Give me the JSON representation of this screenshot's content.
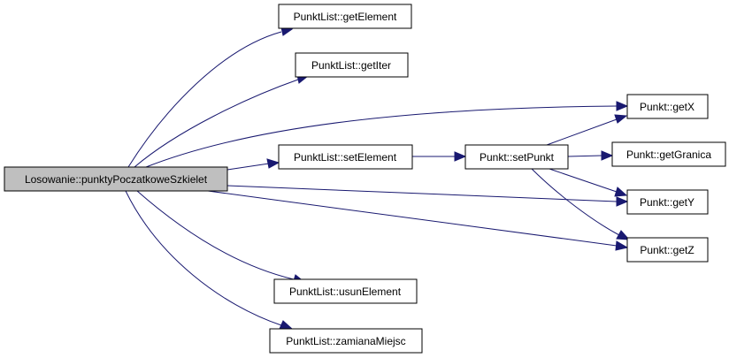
{
  "nodes": {
    "root": "Losowanie::punktyPoczatkoweSzkielet",
    "getElement": "PunktList::getElement",
    "getIter": "PunktList::getIter",
    "setElement": "PunktList::setElement",
    "usunElement": "PunktList::usunElement",
    "zamianaMiejsc": "PunktList::zamianaMiejsc",
    "setPunkt": "Punkt::setPunkt",
    "getX": "Punkt::getX",
    "getGranica": "Punkt::getGranica",
    "getY": "Punkt::getY",
    "getZ": "Punkt::getZ"
  },
  "edges": [
    [
      "root",
      "getElement"
    ],
    [
      "root",
      "getIter"
    ],
    [
      "root",
      "getX"
    ],
    [
      "root",
      "setElement"
    ],
    [
      "root",
      "getY"
    ],
    [
      "root",
      "getZ"
    ],
    [
      "root",
      "usunElement"
    ],
    [
      "root",
      "zamianaMiejsc"
    ],
    [
      "setElement",
      "setPunkt"
    ],
    [
      "setPunkt",
      "getX"
    ],
    [
      "setPunkt",
      "getGranica"
    ],
    [
      "setPunkt",
      "getY"
    ],
    [
      "setPunkt",
      "getZ"
    ]
  ],
  "colors": {
    "edge": "#191970",
    "root_fill": "#bfbfbf",
    "node_fill": "#ffffff",
    "node_border": "#000000"
  }
}
